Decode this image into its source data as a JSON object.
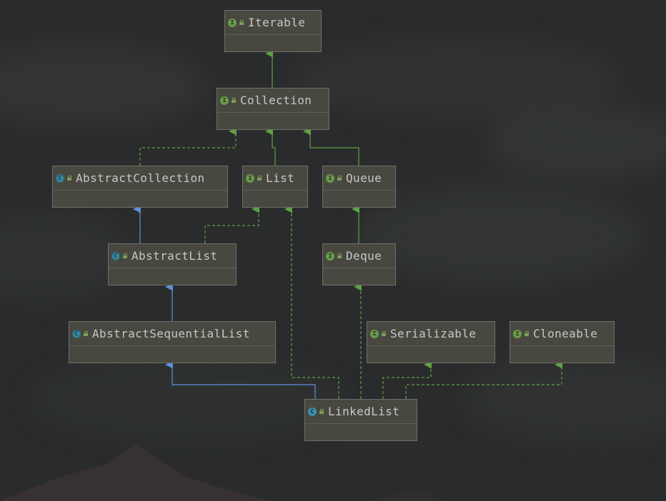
{
  "diagram": {
    "nodes": [
      {
        "id": "iterable",
        "label": "Iterable",
        "kind": "interface",
        "kind_glyph": "I"
      },
      {
        "id": "collection",
        "label": "Collection",
        "kind": "interface",
        "kind_glyph": "I"
      },
      {
        "id": "abstract-collection",
        "label": "AbstractCollection",
        "kind": "abstract-class",
        "kind_glyph": "C"
      },
      {
        "id": "list",
        "label": "List",
        "kind": "interface",
        "kind_glyph": "I"
      },
      {
        "id": "queue",
        "label": "Queue",
        "kind": "interface",
        "kind_glyph": "I"
      },
      {
        "id": "abstract-list",
        "label": "AbstractList",
        "kind": "abstract-class",
        "kind_glyph": "C"
      },
      {
        "id": "deque",
        "label": "Deque",
        "kind": "interface",
        "kind_glyph": "I"
      },
      {
        "id": "abstract-sequential-list",
        "label": "AbstractSequentialList",
        "kind": "abstract-class",
        "kind_glyph": "C"
      },
      {
        "id": "serializable",
        "label": "Serializable",
        "kind": "interface",
        "kind_glyph": "I"
      },
      {
        "id": "cloneable",
        "label": "Cloneable",
        "kind": "interface",
        "kind_glyph": "I"
      },
      {
        "id": "linked-list",
        "label": "LinkedList",
        "kind": "class",
        "kind_glyph": "C"
      }
    ],
    "edges": [
      {
        "from": "collection",
        "to": "iterable",
        "type": "extends-interface"
      },
      {
        "from": "abstract-collection",
        "to": "collection",
        "type": "implements"
      },
      {
        "from": "list",
        "to": "collection",
        "type": "extends-interface"
      },
      {
        "from": "queue",
        "to": "collection",
        "type": "extends-interface"
      },
      {
        "from": "abstract-collection",
        "to": "abstract-list",
        "type": "extends-class",
        "reverse": true
      },
      {
        "from": "abstract-list",
        "to": "list",
        "type": "implements"
      },
      {
        "from": "deque",
        "to": "queue",
        "type": "extends-interface"
      },
      {
        "from": "abstract-sequential-list",
        "to": "abstract-list",
        "type": "extends-class"
      },
      {
        "from": "linked-list",
        "to": "abstract-sequential-list",
        "type": "extends-class"
      },
      {
        "from": "linked-list",
        "to": "list",
        "type": "implements"
      },
      {
        "from": "linked-list",
        "to": "deque",
        "type": "implements"
      },
      {
        "from": "linked-list",
        "to": "serializable",
        "type": "implements"
      },
      {
        "from": "linked-list",
        "to": "cloneable",
        "type": "implements"
      }
    ],
    "colors": {
      "class_edge": "#5b93d6",
      "interface_edge": "#5fa145",
      "node_fill": "#484841",
      "node_border": "#707068",
      "text": "#c6c8c6"
    }
  }
}
